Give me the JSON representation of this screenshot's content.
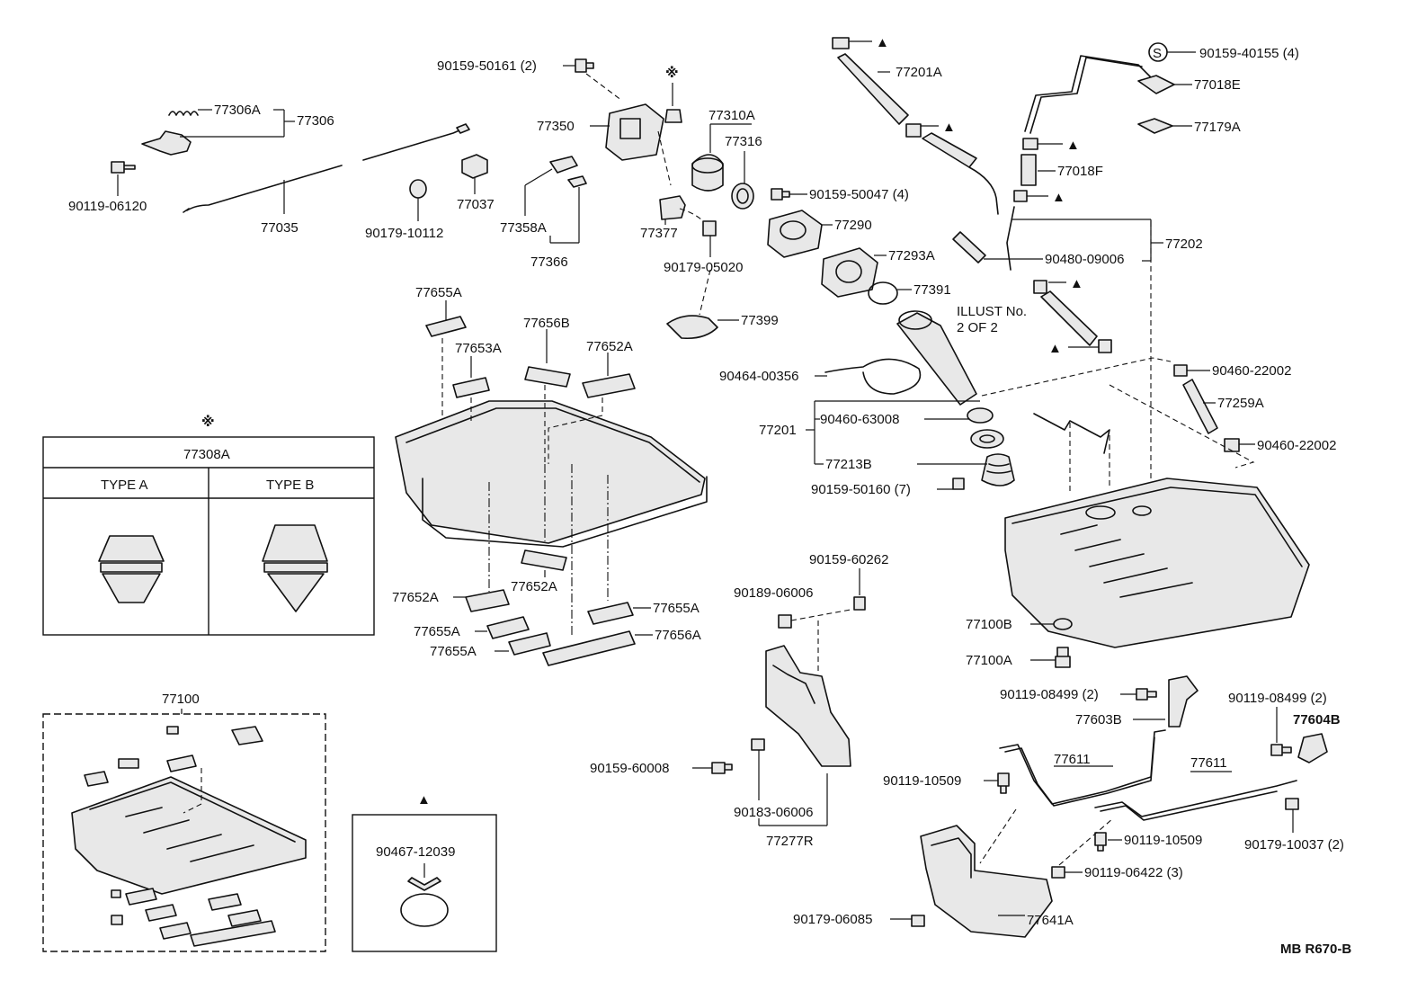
{
  "diagram_id": "MB R670-B",
  "illust_note_line1": "ILLUST No.",
  "illust_note_line2": "2 OF 2",
  "kome_symbol": "※",
  "triangle_symbol": "▲",
  "s_symbol": "S",
  "labels": {
    "p90159_50161": "90159-50161 (2)",
    "p77306A": "77306A",
    "p77306": "77306",
    "p90119_06120": "90119-06120",
    "p77035": "77035",
    "p90179_10112": "90179-10112",
    "p77037": "77037",
    "p77350": "77350",
    "p77358A": "77358A",
    "p77366": "77366",
    "p77377": "77377",
    "p77310A": "77310A",
    "p77316": "77316",
    "p90179_05020": "90179-05020",
    "p77399": "77399",
    "p77201A": "77201A",
    "p90159_50047": "90159-50047 (4)",
    "p77290": "77290",
    "p77293A": "77293A",
    "p77391": "77391",
    "p90159_40155": "90159-40155 (4)",
    "p77018E": "77018E",
    "p77179A": "77179A",
    "p77018F": "77018F",
    "p77202": "77202",
    "p90480_09006": "90480-09006",
    "p90464_00356": "90464-00356",
    "p77201": "77201",
    "p90460_63008": "90460-63008",
    "p77213B": "77213B",
    "p90159_50160": "90159-50160 (7)",
    "p90460_22002a": "90460-22002",
    "p77259A": "77259A",
    "p90460_22002b": "90460-22002",
    "p77655A_top": "77655A",
    "p77656B": "77656B",
    "p77653A": "77653A",
    "p77652A_top": "77652A",
    "p77652A_mid": "77652A",
    "p77652A_left": "77652A",
    "p77655A_r": "77655A",
    "p77655A_l1": "77655A",
    "p77655A_l2": "77655A",
    "p77656A": "77656A",
    "p90159_60262": "90159-60262",
    "p90189_06006": "90189-06006",
    "p90159_60008": "90159-60008",
    "p90183_06006": "90183-06006",
    "p77277R": "77277R",
    "p77100B": "77100B",
    "p77100A": "77100A",
    "p90119_08499a": "90119-08499 (2)",
    "p77603B": "77603B",
    "p90119_08499b": "90119-08499 (2)",
    "p77604B": "77604B",
    "p90119_10509a": "90119-10509",
    "p77611a": "77611",
    "p77611b": "77611",
    "p90119_10509b": "90119-10509",
    "p90179_10037": "90179-10037 (2)",
    "p90119_06422": "90119-06422 (3)",
    "p90179_06085": "90179-06085",
    "p77641A": "77641A",
    "p77100": "77100",
    "p90467_12039": "90467-12039"
  },
  "type_table": {
    "title": "77308A",
    "type_a": "TYPE A",
    "type_b": "TYPE B"
  }
}
